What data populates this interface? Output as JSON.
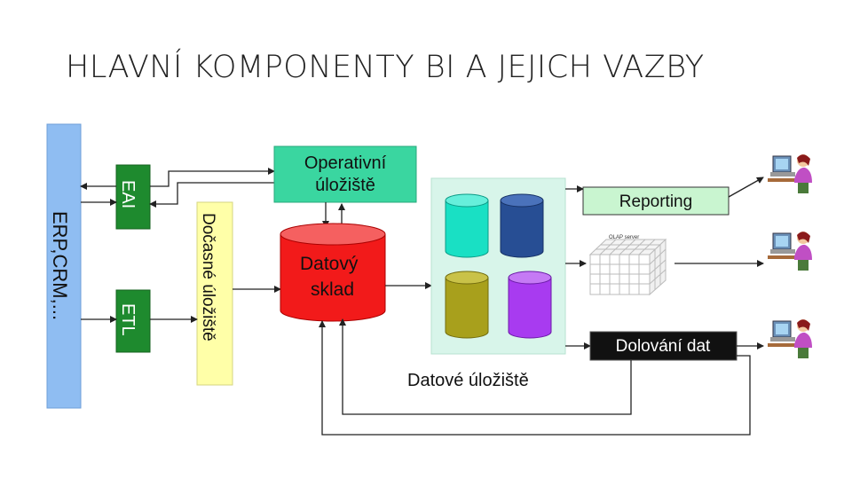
{
  "slide": {
    "title": "HLAVNÍ KOMPONENTY BI A JEJICH VAZBY"
  },
  "diagram": {
    "source_systems": "ERP,CRM,...",
    "eai": "EAI",
    "etl": "ETL",
    "staging": "Dočasné úložiště",
    "ods_line1": "Operativní",
    "ods_line2": "úložiště",
    "dw_line1": "Datový",
    "dw_line2": "sklad",
    "data_stores": "Datové úložiště",
    "reporting": "Reporting",
    "olap_label": "OLAP server",
    "mining": "Dolování dat"
  },
  "colors": {
    "erp_bar": "#8fbdf2",
    "eai_etl": "#1e8a2e",
    "staging": "#ffffa8",
    "ods": "#3ad6a0",
    "warehouse": "#f21a1a",
    "datastore_bg": "#d8f5ea",
    "cyl_cyan": "#19e0c4",
    "cyl_blue": "#274e94",
    "cyl_olive": "#a8a01c",
    "cyl_purple": "#a83bf0",
    "reporting": "#c9f5d0",
    "mining": "#111111"
  },
  "icons": [
    "user-at-computer-icon",
    "olap-cube-icon"
  ]
}
